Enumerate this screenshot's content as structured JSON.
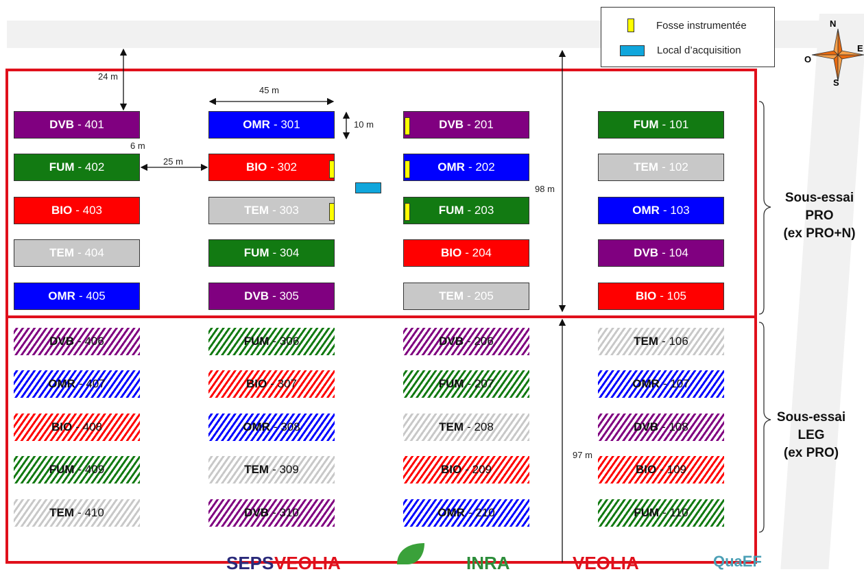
{
  "legend": {
    "fosse": "Fosse instrumentée",
    "local": "Local d’acquisition"
  },
  "dimensions": {
    "d24": "24 m",
    "d45": "45 m",
    "d10": "10 m",
    "d6": "6 m",
    "d25": "25 m",
    "d98": "98 m",
    "d97": "97 m"
  },
  "sections": {
    "pro": [
      "Sous-essai",
      "PRO",
      "(ex PRO+N)"
    ],
    "leg": [
      "Sous-essai",
      "LEG",
      "(ex PRO)"
    ]
  },
  "compass": {
    "n": "N",
    "e": "E",
    "s": "S",
    "o": "O"
  },
  "colors": {
    "DVB": "#800080",
    "OMR": "#0000ff",
    "FUM": "#127a12",
    "BIO": "#ff0000",
    "TEM": "#c8c8c8",
    "frame": "#e0101b",
    "fosse": "#ffff00",
    "local": "#10a6dc"
  },
  "plots_pro": [
    {
      "t": "DVB",
      "n": "- 401"
    },
    {
      "t": "FUM",
      "n": "- 402"
    },
    {
      "t": "BIO",
      "n": "- 403"
    },
    {
      "t": "TEM",
      "n": "- 404"
    },
    {
      "t": "OMR",
      "n": "- 405"
    },
    {
      "t": "OMR",
      "n": "- 301"
    },
    {
      "t": "BIO",
      "n": "- 302"
    },
    {
      "t": "TEM",
      "n": "- 303"
    },
    {
      "t": "FUM",
      "n": "- 304"
    },
    {
      "t": "DVB",
      "n": "- 305"
    },
    {
      "t": "DVB",
      "n": "- 201"
    },
    {
      "t": "OMR",
      "n": "- 202"
    },
    {
      "t": "FUM",
      "n": "- 203"
    },
    {
      "t": "BIO",
      "n": "- 204"
    },
    {
      "t": "TEM",
      "n": "- 205"
    },
    {
      "t": "FUM",
      "n": "- 101"
    },
    {
      "t": "TEM",
      "n": "- 102"
    },
    {
      "t": "OMR",
      "n": "- 103"
    },
    {
      "t": "DVB",
      "n": "- 104"
    },
    {
      "t": "BIO",
      "n": "- 105"
    }
  ],
  "plots_leg": [
    {
      "t": "DVB",
      "n": "- 406"
    },
    {
      "t": "OMR",
      "n": "- 407"
    },
    {
      "t": "BIO",
      "n": "- 408"
    },
    {
      "t": "FUM",
      "n": "- 409"
    },
    {
      "t": "TEM",
      "n": "- 410"
    },
    {
      "t": "FUM",
      "n": "- 306"
    },
    {
      "t": "BIO",
      "n": "- 307"
    },
    {
      "t": "OMR",
      "n": "- 308"
    },
    {
      "t": "TEM",
      "n": "- 309"
    },
    {
      "t": "DVB",
      "n": "- 310"
    },
    {
      "t": "DVB",
      "n": "- 206"
    },
    {
      "t": "FUM",
      "n": "- 207"
    },
    {
      "t": "TEM",
      "n": "- 208"
    },
    {
      "t": "BIO",
      "n": "- 209"
    },
    {
      "t": "OMR",
      "n": "- 210"
    },
    {
      "t": "TEM",
      "n": "- 106"
    },
    {
      "t": "OMR",
      "n": "- 107"
    },
    {
      "t": "DVB",
      "n": "- 108"
    },
    {
      "t": "BIO",
      "n": "- 109"
    },
    {
      "t": "FUM",
      "n": "- 110"
    }
  ],
  "logos": [
    "SEPS",
    "VEOLIA",
    "INRA",
    "VEOLIA",
    "QuaEF"
  ]
}
